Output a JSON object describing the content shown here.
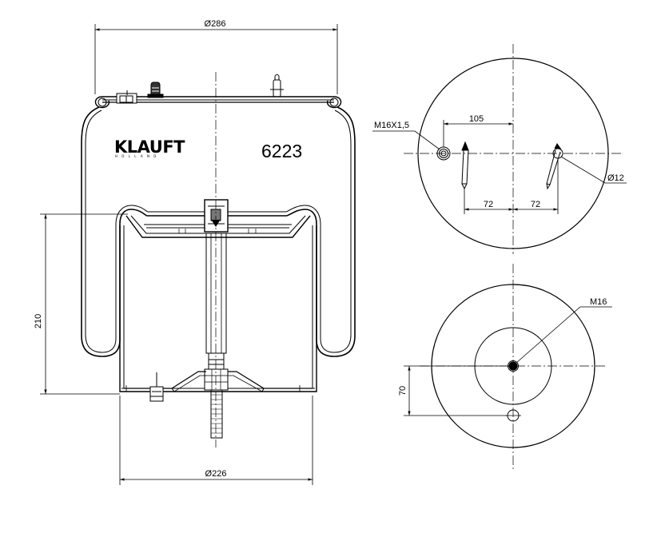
{
  "brand": {
    "name": "KLAUFT",
    "sub": "HOLLAND"
  },
  "part_number": "6223",
  "dimensions": {
    "top_diameter": "Ø286",
    "bottom_diameter": "Ø226",
    "height": "210",
    "thread_top": "M16X1,5",
    "offset_105": "105",
    "offset_72_left": "72",
    "offset_72_right": "72",
    "hole_diameter": "Ø12",
    "thread_bottom": "M16",
    "offset_70": "70"
  }
}
